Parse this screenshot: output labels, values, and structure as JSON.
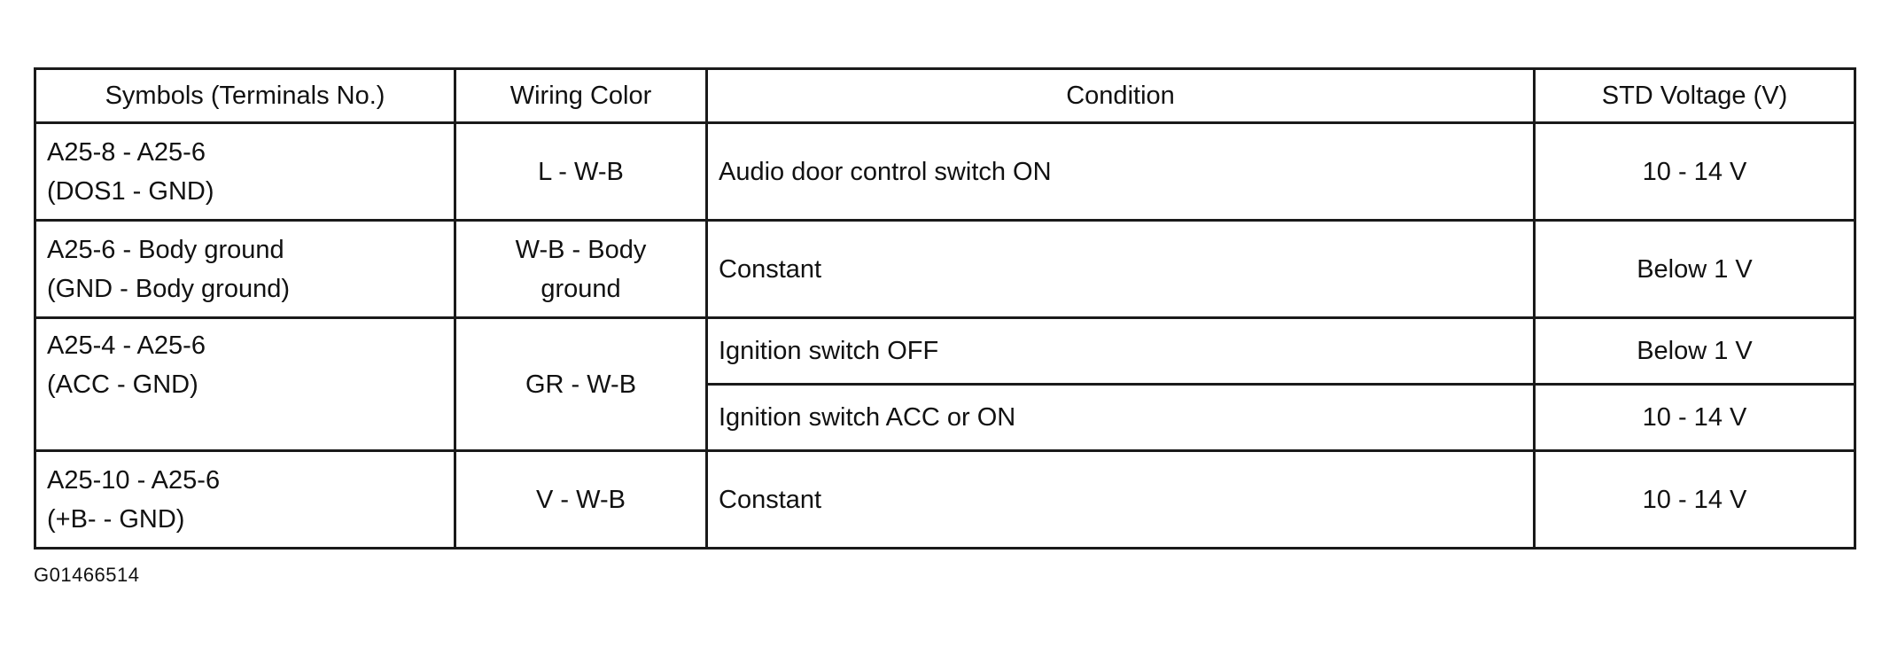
{
  "table": {
    "headers": {
      "symbols": "Symbols (Terminals No.)",
      "wiring": "Wiring Color",
      "condition": "Condition",
      "voltage": "STD Voltage (V)"
    },
    "rows": [
      {
        "symbol_line1": "A25-8 - A25-6",
        "symbol_line2": "(DOS1 - GND)",
        "wiring_line1": "L - W-B",
        "wiring_line2": "",
        "conditions": [
          {
            "condition": "Audio door control switch ON",
            "voltage": "10 - 14 V"
          }
        ]
      },
      {
        "symbol_line1": "A25-6 - Body ground",
        "symbol_line2": "(GND - Body ground)",
        "wiring_line1": "W-B - Body",
        "wiring_line2": "ground",
        "conditions": [
          {
            "condition": "Constant",
            "voltage": "Below 1 V"
          }
        ]
      },
      {
        "symbol_line1": "A25-4 - A25-6",
        "symbol_line2": "(ACC - GND)",
        "wiring_line1": "GR - W-B",
        "wiring_line2": "",
        "conditions": [
          {
            "condition": "Ignition switch OFF",
            "voltage": "Below 1 V"
          },
          {
            "condition": "Ignition switch ACC or ON",
            "voltage": "10 - 14 V"
          }
        ]
      },
      {
        "symbol_line1": "A25-10 - A25-6",
        "symbol_line2": "(+B- - GND)",
        "wiring_line1": "V - W-B",
        "wiring_line2": "",
        "conditions": [
          {
            "condition": "Constant",
            "voltage": "10 - 14 V"
          }
        ]
      }
    ]
  },
  "figure_id": "G01466514"
}
